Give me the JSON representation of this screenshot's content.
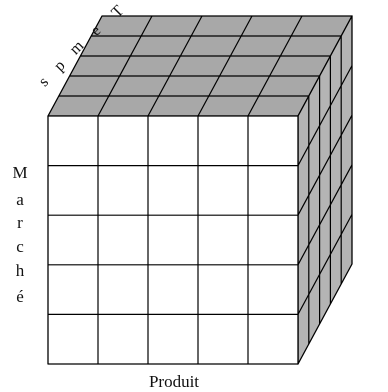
{
  "diagram": {
    "front_rows": 5,
    "front_cols": 5,
    "depth_slices": 5,
    "colors": {
      "front_face": "#ffffff",
      "top_face": "#a8a8a8",
      "side_face": "#b4b4b4",
      "edge": "#000000",
      "background": "#ffffff"
    },
    "labels": {
      "product_axis": "Produit",
      "market_axis_letters": [
        "M",
        "a",
        "r",
        "c",
        "h",
        "é"
      ],
      "time_axis_letters": [
        "T",
        "e",
        "m",
        "p",
        "s"
      ]
    }
  }
}
